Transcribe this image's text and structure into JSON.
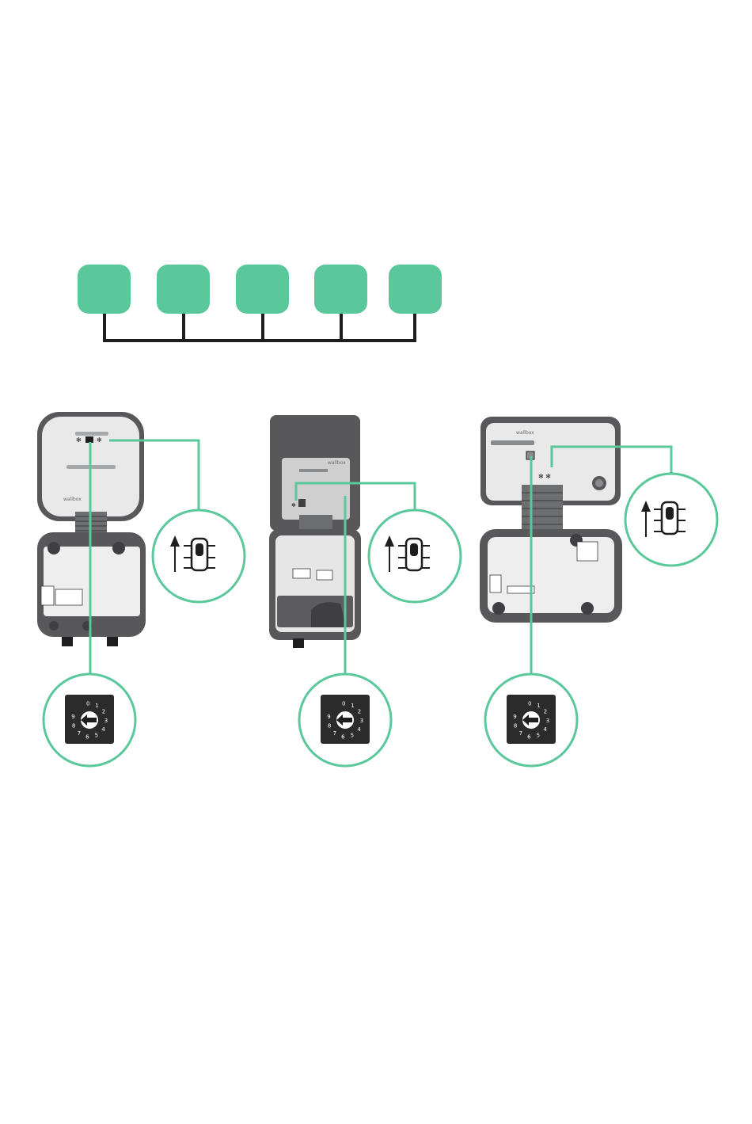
{
  "colors": {
    "accent": "#5bc89b",
    "bus": "#1e1e1e",
    "device_dark": "#58585a",
    "device_mid": "#8a8b8d",
    "device_light": "#e8e8e8",
    "dial_bg": "#2b2b2b"
  },
  "bus": {
    "node_count": 5,
    "node_labels": [
      "",
      "",
      "",
      "",
      ""
    ]
  },
  "devices": [
    {
      "model": "charger-a",
      "logo": "wallbox",
      "dial_digits": [
        "0",
        "1",
        "2",
        "3",
        "4",
        "5",
        "6",
        "7",
        "8",
        "9"
      ]
    },
    {
      "model": "charger-b",
      "logo": "wallbox",
      "dial_digits": [
        "0",
        "1",
        "2",
        "3",
        "4",
        "5",
        "6",
        "7",
        "8",
        "9"
      ]
    },
    {
      "model": "charger-c",
      "logo": "wallbox",
      "dial_digits": [
        "0",
        "1",
        "2",
        "3",
        "4",
        "5",
        "6",
        "7",
        "8",
        "9"
      ]
    }
  ],
  "icons": {
    "switch": "dip-switch-up-icon",
    "dial": "rotary-selector-icon",
    "arrow": "arrow-up-icon"
  }
}
